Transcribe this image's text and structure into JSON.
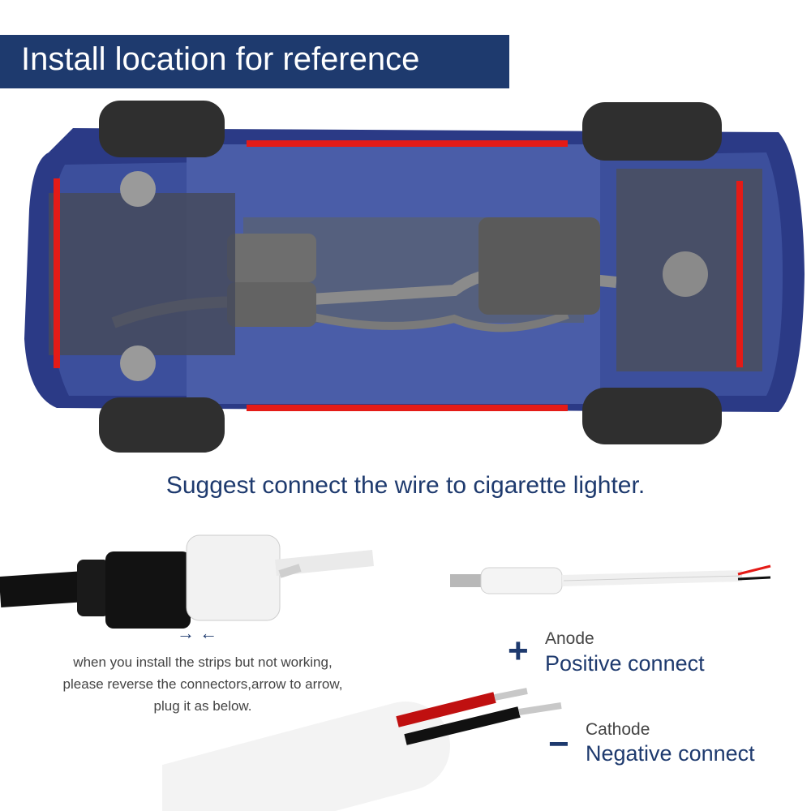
{
  "banner": {
    "title": "Install location for reference"
  },
  "suggestion": "Suggest connect the wire to cigarette lighter.",
  "connector_note": {
    "lines": [
      "when you install the strips but not working,",
      "please reverse the connectors,arrow to arrow,",
      "plug it as below."
    ],
    "arrows": "→ ←"
  },
  "anode": {
    "symbol": "+",
    "name": "Anode",
    "desc": "Positive connect"
  },
  "cathode": {
    "symbol": "−",
    "name": "Cathode",
    "desc": "Negative connect"
  },
  "colors": {
    "banner": "#1e3a6e",
    "strip": "#e41b17",
    "car_body": "#2b3a86",
    "text_blue": "#1e3a6e"
  }
}
